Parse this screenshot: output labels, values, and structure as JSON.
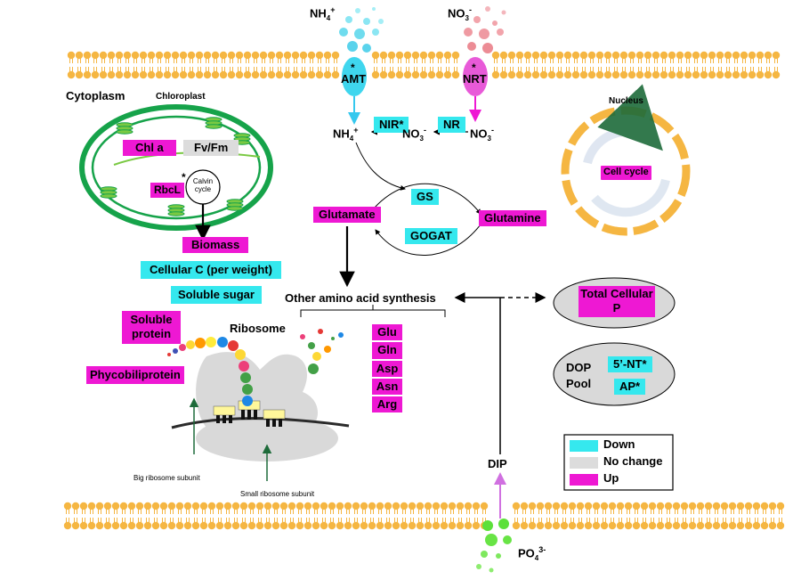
{
  "ions": {
    "nh4_top": {
      "base": "NH",
      "sub": "4",
      "sup": "+"
    },
    "no3_top": {
      "base": "NO",
      "sub": "3",
      "sup": "-"
    },
    "nh4_in": {
      "base": "NH",
      "sub": "4",
      "sup": "+"
    },
    "no3_mid": {
      "base": "NO",
      "sub": "3",
      "sup": "-"
    },
    "no3_right": {
      "base": "NO",
      "sub": "3",
      "sup": "-"
    },
    "po4": {
      "base": "PO",
      "sub": "4",
      "sup": "3-"
    }
  },
  "transporters": {
    "amt": "AMT",
    "nrt": "NRT",
    "asterisk": "*"
  },
  "compartments": {
    "cytoplasm": "Cytoplasm",
    "chloroplast": "Chloroplast",
    "nucleus": "Nucleus",
    "ribosome": "Ribosome",
    "big_subunit": "Big ribosome subunit",
    "small_subunit": "Small ribosome subunit",
    "calvin": "Calvin cycle"
  },
  "enzymes": {
    "nir": "NIR*",
    "nr": "NR",
    "gs": "GS",
    "gogat": "GOGAT"
  },
  "metabolites": {
    "glutamate": "Glutamate",
    "glutamine": "Glutamine",
    "other_aa": "Other amino acid synthesis",
    "dip": "DIP"
  },
  "amino_acids": [
    "Glu",
    "Gln",
    "Asp",
    "Asn",
    "Arg"
  ],
  "chloroplast_labels": {
    "chl_a": "Chl a",
    "fv_fm": "Fv/Fm",
    "rbcl": "RbcL"
  },
  "cell_products": {
    "biomass": "Biomass",
    "cellular_c": "Cellular C  (per weight)",
    "soluble_sugar": "Soluble sugar",
    "soluble_protein": "Soluble protein",
    "phycobiliprotein": "Phycobiliprotein"
  },
  "nucleus_labels": {
    "cell_cycle": "Cell cycle"
  },
  "phosphorus": {
    "total_p": "Total Cellular P",
    "dop_pool": "DOP Pool",
    "nt": "5’-NT*",
    "ap": "AP*"
  },
  "legend": [
    {
      "label": "Down",
      "color": "#35e8ee"
    },
    {
      "label": "No change",
      "color": "#dcdcdc"
    },
    {
      "label": "Up",
      "color": "#ee18d3"
    }
  ],
  "colors": {
    "up": "#ee18d3",
    "down": "#35e8ee",
    "no_change": "#dcdcdc",
    "membrane": "#f5b642",
    "chloroplast_green": "#16a34a",
    "arrow_green": "#1e6b3a"
  }
}
